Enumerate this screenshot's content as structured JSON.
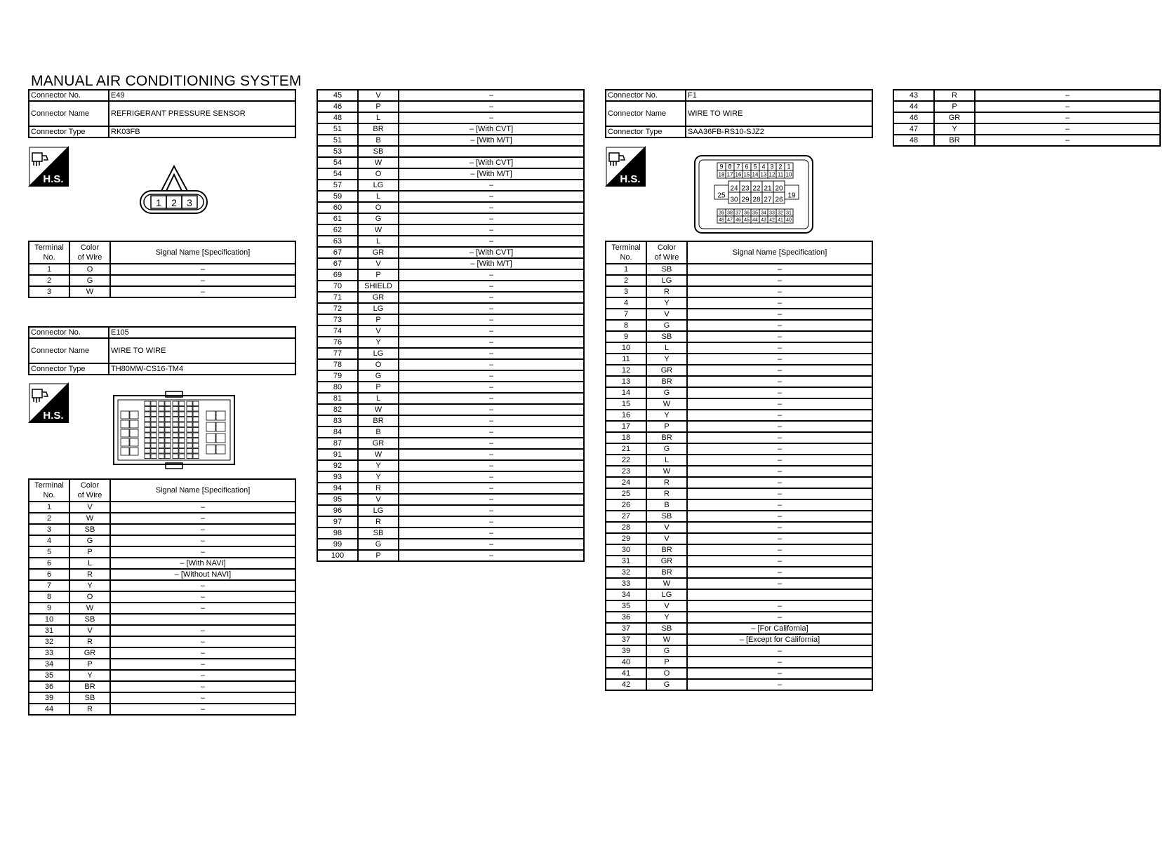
{
  "title": "MANUAL AIR CONDITIONING SYSTEM",
  "labels": {
    "connector_no": "Connector No.",
    "connector_name": "Connector Name",
    "connector_type": "Connector Type",
    "terminal_no": [
      "Terminal",
      "No."
    ],
    "color_of_wire": [
      "Color",
      "of Wire"
    ],
    "signal_name": "Signal Name [Specification]",
    "hs_badge": "H.S."
  },
  "connectors": [
    {
      "no": "E49",
      "name": "REFRIGERANT PRESSURE SENSOR",
      "type": "RK03FB",
      "face_pins": [
        "1",
        "2",
        "3"
      ],
      "rows": [
        {
          "t": "1",
          "c": "O",
          "s": "–"
        },
        {
          "t": "2",
          "c": "G",
          "s": "–"
        },
        {
          "t": "3",
          "c": "W",
          "s": "–"
        }
      ]
    },
    {
      "no": "E105",
      "name": "WIRE TO WIRE",
      "type": "TH80MW-CS16-TM4",
      "rows": [
        {
          "t": "1",
          "c": "V",
          "s": "–"
        },
        {
          "t": "2",
          "c": "W",
          "s": "–"
        },
        {
          "t": "3",
          "c": "SB",
          "s": "–"
        },
        {
          "t": "4",
          "c": "G",
          "s": "–"
        },
        {
          "t": "5",
          "c": "P",
          "s": "–"
        },
        {
          "t": "6",
          "c": "L",
          "s": "– [With NAVI]"
        },
        {
          "t": "6",
          "c": "R",
          "s": "– [Without NAVI]"
        },
        {
          "t": "7",
          "c": "Y",
          "s": "–"
        },
        {
          "t": "8",
          "c": "O",
          "s": "–"
        },
        {
          "t": "9",
          "c": "W",
          "s": "–"
        },
        {
          "t": "10",
          "c": "SB",
          "s": ""
        },
        {
          "t": "31",
          "c": "V",
          "s": "–"
        },
        {
          "t": "32",
          "c": "R",
          "s": "–"
        },
        {
          "t": "33",
          "c": "GR",
          "s": "–"
        },
        {
          "t": "34",
          "c": "P",
          "s": "–"
        },
        {
          "t": "35",
          "c": "Y",
          "s": "–"
        },
        {
          "t": "36",
          "c": "BR",
          "s": "–"
        },
        {
          "t": "39",
          "c": "SB",
          "s": "–"
        },
        {
          "t": "44",
          "c": "R",
          "s": "–"
        }
      ],
      "rows_cont": [
        {
          "t": "45",
          "c": "V",
          "s": "–"
        },
        {
          "t": "46",
          "c": "P",
          "s": "–"
        },
        {
          "t": "48",
          "c": "L",
          "s": "–"
        },
        {
          "t": "51",
          "c": "BR",
          "s": "– [With CVT]"
        },
        {
          "t": "51",
          "c": "B",
          "s": "– [With M/T]"
        },
        {
          "t": "53",
          "c": "SB",
          "s": ""
        },
        {
          "t": "54",
          "c": "W",
          "s": "– [With CVT]"
        },
        {
          "t": "54",
          "c": "O",
          "s": "– [With M/T]"
        },
        {
          "t": "57",
          "c": "LG",
          "s": "–"
        },
        {
          "t": "59",
          "c": "L",
          "s": "–"
        },
        {
          "t": "60",
          "c": "O",
          "s": "–"
        },
        {
          "t": "61",
          "c": "G",
          "s": "–"
        },
        {
          "t": "62",
          "c": "W",
          "s": "–"
        },
        {
          "t": "63",
          "c": "L",
          "s": "–"
        },
        {
          "t": "67",
          "c": "GR",
          "s": "– [With CVT]"
        },
        {
          "t": "67",
          "c": "V",
          "s": "– [With M/T]"
        },
        {
          "t": "69",
          "c": "P",
          "s": "–"
        },
        {
          "t": "70",
          "c": "SHIELD",
          "s": "–"
        },
        {
          "t": "71",
          "c": "GR",
          "s": "–"
        },
        {
          "t": "72",
          "c": "LG",
          "s": "–"
        },
        {
          "t": "73",
          "c": "P",
          "s": "–"
        },
        {
          "t": "74",
          "c": "V",
          "s": "–"
        },
        {
          "t": "76",
          "c": "Y",
          "s": "–"
        },
        {
          "t": "77",
          "c": "LG",
          "s": "–"
        },
        {
          "t": "78",
          "c": "O",
          "s": "–"
        },
        {
          "t": "79",
          "c": "G",
          "s": "–"
        },
        {
          "t": "80",
          "c": "P",
          "s": "–"
        },
        {
          "t": "81",
          "c": "L",
          "s": "–"
        },
        {
          "t": "82",
          "c": "W",
          "s": "–"
        },
        {
          "t": "83",
          "c": "BR",
          "s": "–"
        },
        {
          "t": "84",
          "c": "B",
          "s": "–"
        },
        {
          "t": "87",
          "c": "GR",
          "s": "–"
        },
        {
          "t": "91",
          "c": "W",
          "s": "–"
        },
        {
          "t": "92",
          "c": "Y",
          "s": "–"
        },
        {
          "t": "93",
          "c": "Y",
          "s": "–"
        },
        {
          "t": "94",
          "c": "R",
          "s": "–"
        },
        {
          "t": "95",
          "c": "V",
          "s": "–"
        },
        {
          "t": "96",
          "c": "LG",
          "s": "–"
        },
        {
          "t": "97",
          "c": "R",
          "s": "–"
        },
        {
          "t": "98",
          "c": "SB",
          "s": "–"
        },
        {
          "t": "99",
          "c": "G",
          "s": "–"
        },
        {
          "t": "100",
          "c": "P",
          "s": "–"
        }
      ]
    },
    {
      "no": "F1",
      "name": "WIRE TO WIRE",
      "type": "SAA36FB-RS10-SJZ2",
      "rows": [
        {
          "t": "1",
          "c": "SB",
          "s": "–"
        },
        {
          "t": "2",
          "c": "LG",
          "s": "–"
        },
        {
          "t": "3",
          "c": "R",
          "s": "–"
        },
        {
          "t": "4",
          "c": "Y",
          "s": "–"
        },
        {
          "t": "7",
          "c": "V",
          "s": "–"
        },
        {
          "t": "8",
          "c": "G",
          "s": "–"
        },
        {
          "t": "9",
          "c": "SB",
          "s": "–"
        },
        {
          "t": "10",
          "c": "L",
          "s": "–"
        },
        {
          "t": "11",
          "c": "Y",
          "s": "–"
        },
        {
          "t": "12",
          "c": "GR",
          "s": "–"
        },
        {
          "t": "13",
          "c": "BR",
          "s": "–"
        },
        {
          "t": "14",
          "c": "G",
          "s": "–"
        },
        {
          "t": "15",
          "c": "W",
          "s": "–"
        },
        {
          "t": "16",
          "c": "Y",
          "s": "–"
        },
        {
          "t": "17",
          "c": "P",
          "s": "–"
        },
        {
          "t": "18",
          "c": "BR",
          "s": "–"
        },
        {
          "t": "21",
          "c": "G",
          "s": "–"
        },
        {
          "t": "22",
          "c": "L",
          "s": "–"
        },
        {
          "t": "23",
          "c": "W",
          "s": "–"
        },
        {
          "t": "24",
          "c": "R",
          "s": "–"
        },
        {
          "t": "25",
          "c": "R",
          "s": "–"
        },
        {
          "t": "26",
          "c": "B",
          "s": "–"
        },
        {
          "t": "27",
          "c": "SB",
          "s": "–"
        },
        {
          "t": "28",
          "c": "V",
          "s": "–"
        },
        {
          "t": "29",
          "c": "V",
          "s": "–"
        },
        {
          "t": "30",
          "c": "BR",
          "s": "–"
        },
        {
          "t": "31",
          "c": "GR",
          "s": "–"
        },
        {
          "t": "32",
          "c": "BR",
          "s": "–"
        },
        {
          "t": "33",
          "c": "W",
          "s": "–"
        },
        {
          "t": "34",
          "c": "LG",
          "s": ""
        },
        {
          "t": "35",
          "c": "V",
          "s": "–"
        },
        {
          "t": "36",
          "c": "Y",
          "s": "–"
        },
        {
          "t": "37",
          "c": "SB",
          "s": "– [For California]"
        },
        {
          "t": "37",
          "c": "W",
          "s": "– [Except for California]"
        },
        {
          "t": "39",
          "c": "G",
          "s": "–"
        },
        {
          "t": "40",
          "c": "P",
          "s": "–"
        },
        {
          "t": "41",
          "c": "O",
          "s": "–"
        },
        {
          "t": "42",
          "c": "G",
          "s": "–"
        }
      ],
      "rows_cont": [
        {
          "t": "43",
          "c": "R",
          "s": "–"
        },
        {
          "t": "44",
          "c": "P",
          "s": "–"
        },
        {
          "t": "46",
          "c": "GR",
          "s": "–"
        },
        {
          "t": "47",
          "c": "Y",
          "s": "–"
        },
        {
          "t": "48",
          "c": "BR",
          "s": "–"
        }
      ],
      "face_rows": [
        [
          "9",
          "8",
          "7",
          "6",
          "5",
          "4",
          "3",
          "2",
          "1"
        ],
        [
          "18",
          "17",
          "16",
          "15",
          "14",
          "13",
          "12",
          "11",
          "10"
        ],
        [
          "24",
          "23",
          "22",
          "21",
          "20"
        ],
        [
          "30",
          "29",
          "28",
          "27",
          "26"
        ],
        [
          "39",
          "38",
          "37",
          "36",
          "35",
          "34",
          "33",
          "32",
          "31"
        ],
        [
          "48",
          "47",
          "46",
          "45",
          "44",
          "43",
          "42",
          "41",
          "40"
        ]
      ],
      "face_side": [
        "25",
        "19"
      ]
    }
  ]
}
